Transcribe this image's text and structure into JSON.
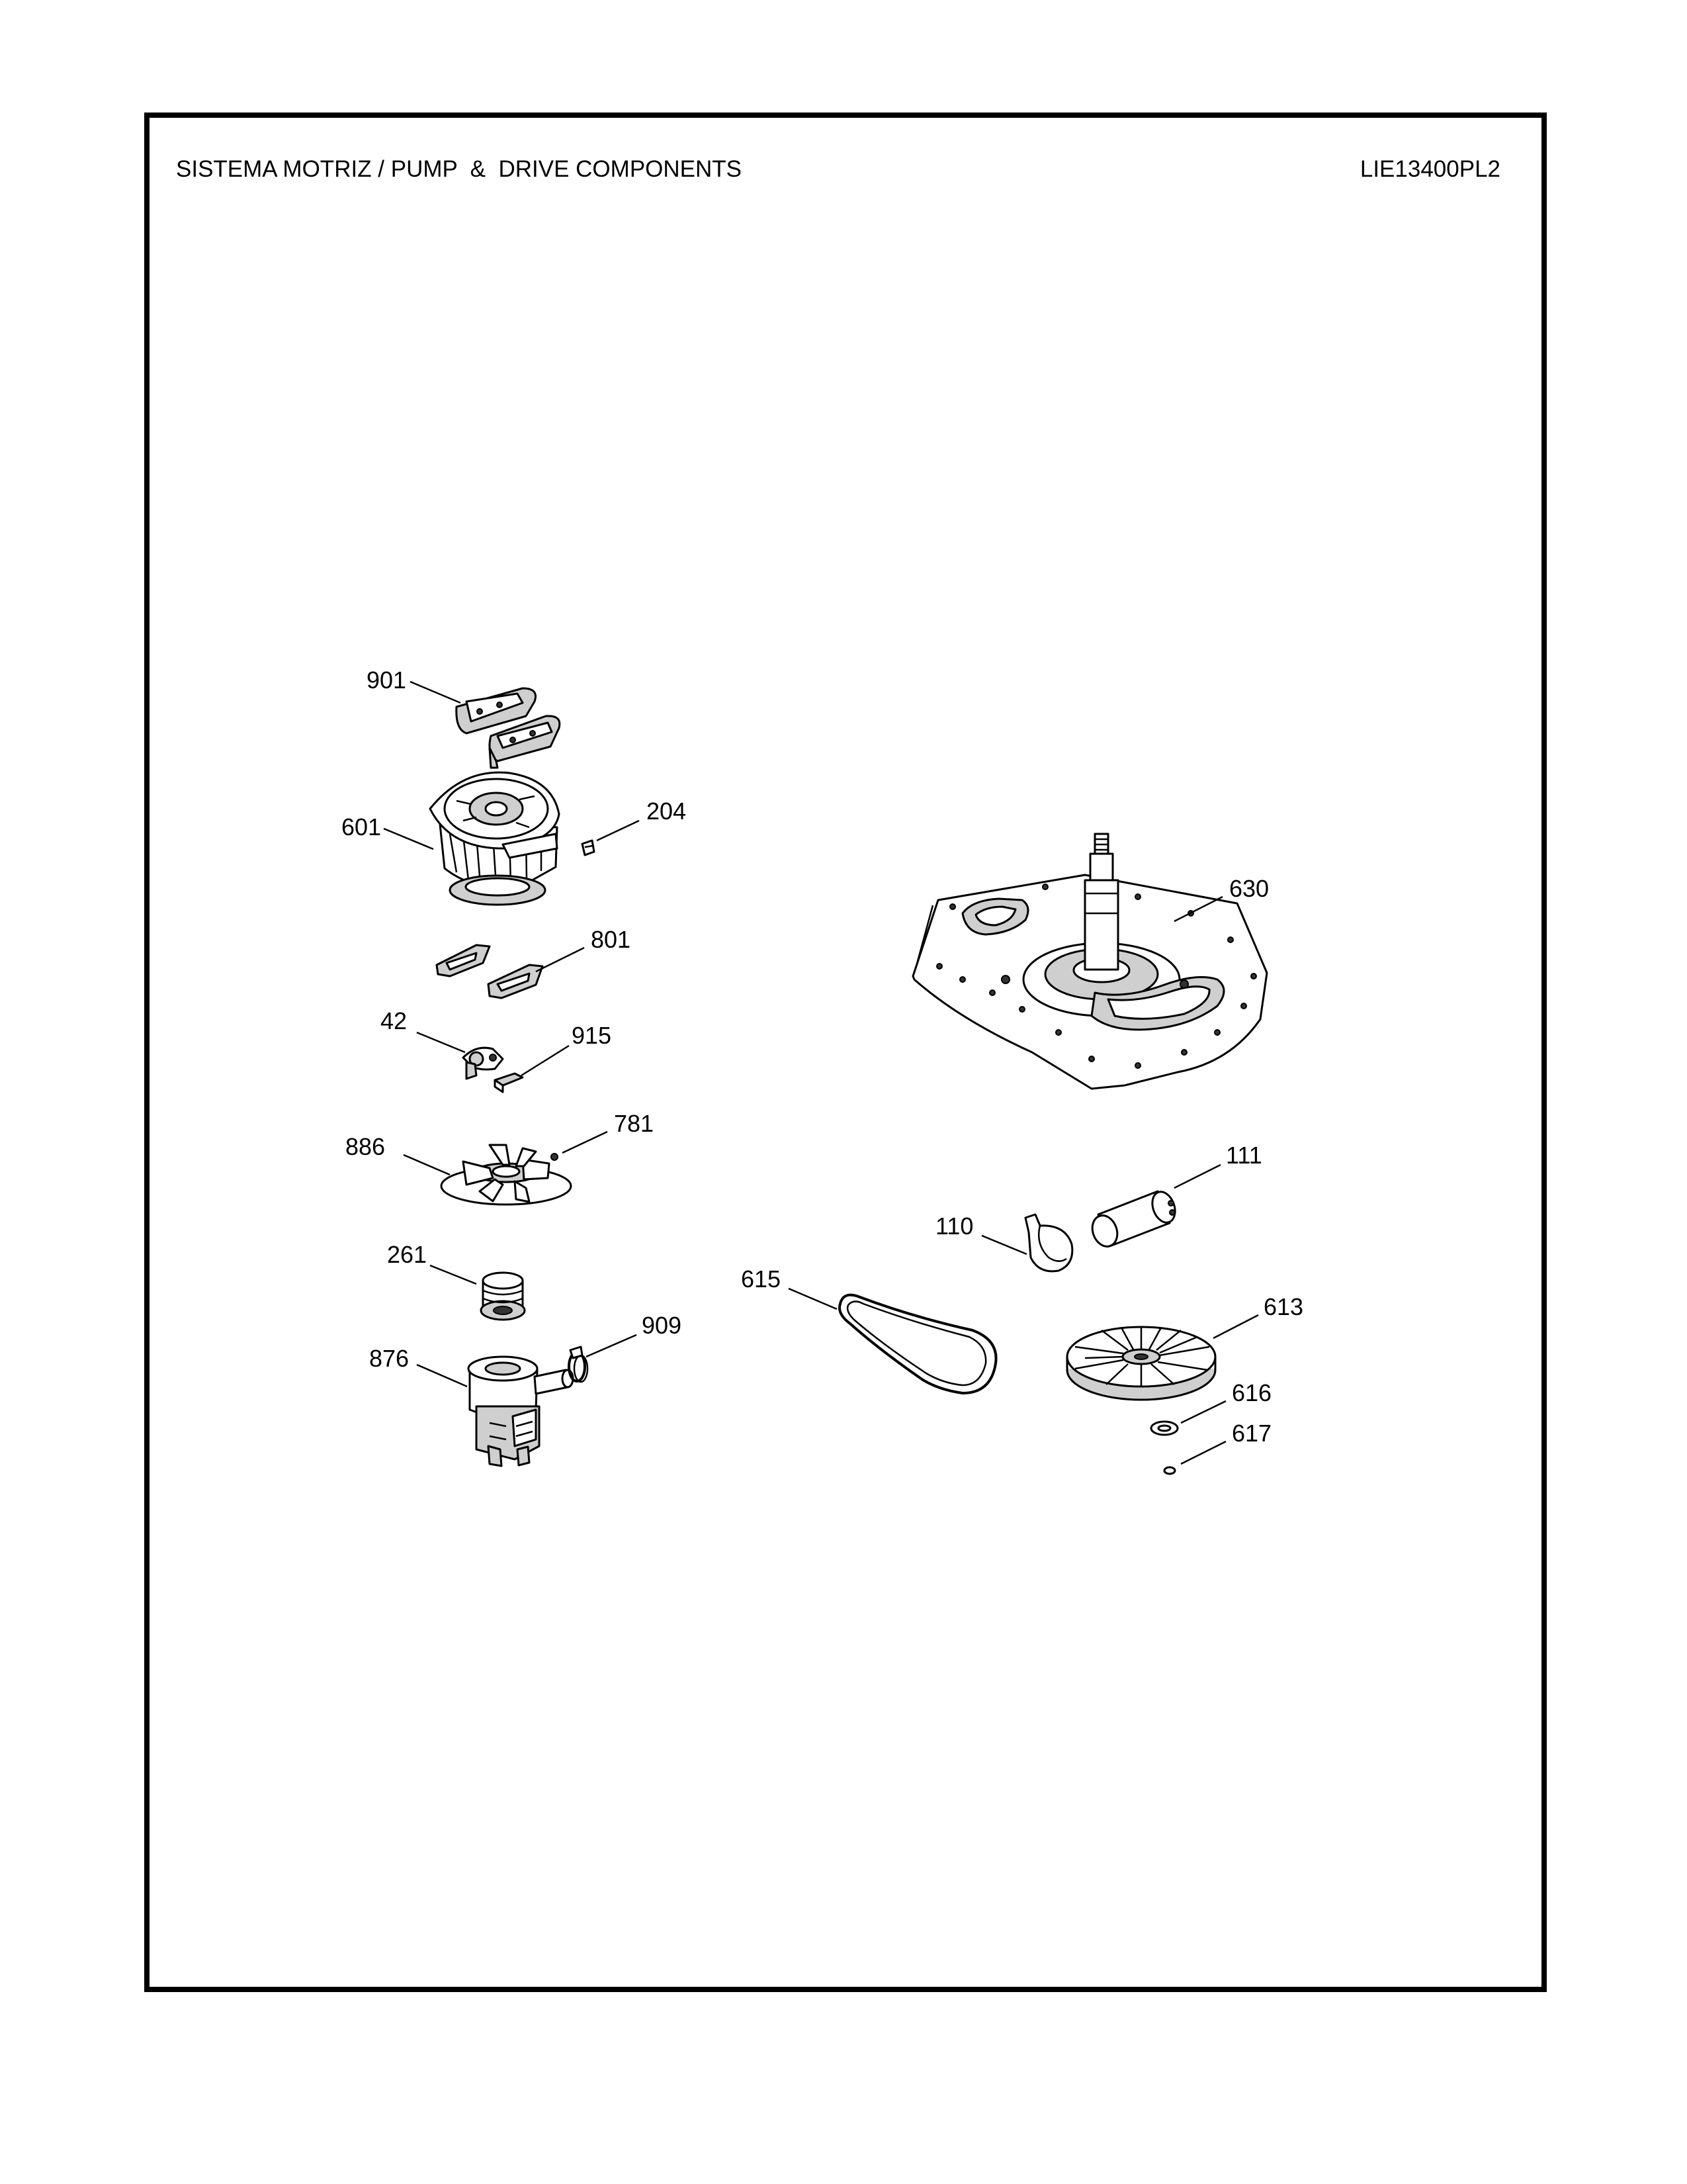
{
  "header": {
    "title": "SISTEMA MOTRIZ / PUMP  &  DRIVE COMPONENTS",
    "code": "LIE13400PL2"
  },
  "callouts": {
    "c901": "901",
    "c601": "601",
    "c204": "204",
    "c801": "801",
    "c42": "42",
    "c915": "915",
    "c886": "886",
    "c781": "781",
    "c261": "261",
    "c876": "876",
    "c909": "909",
    "c630": "630",
    "c111": "111",
    "c110": "110",
    "c615": "615",
    "c613": "613",
    "c616": "616",
    "c617": "617"
  }
}
